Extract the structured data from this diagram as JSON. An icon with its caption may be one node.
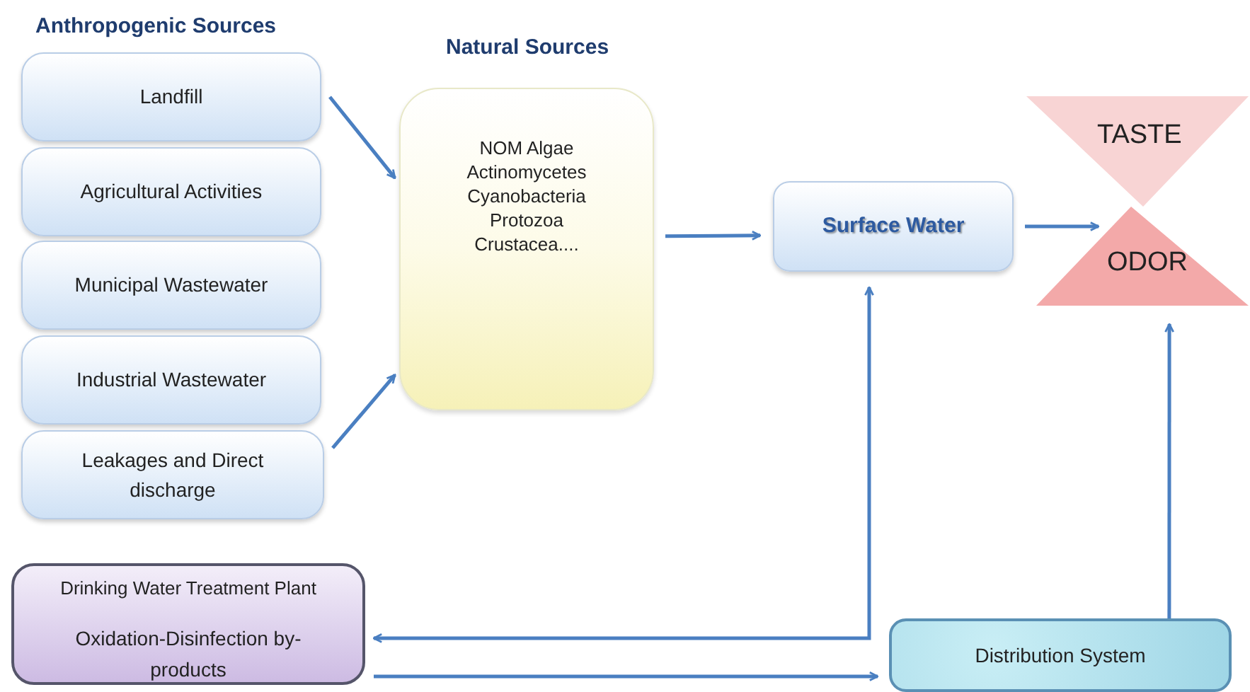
{
  "diagram": {
    "nodes": [
      {
        "text": [
          "Landfill"
        ]
      },
      {
        "text": [
          "Agricultural Activities"
        ]
      },
      {
        "text": [
          "Municipal Wastewater"
        ]
      },
      {
        "text": [
          "Industrial Wastewater"
        ]
      },
      {
        "text": [
          "Leakages and Direct discharge"
        ]
      },
      {
        "text": [
          "Natural Sources",
          "NOM Algae Actinomycetes Cyanobacteria Protozoa Crustacea...."
        ]
      },
      {
        "text": [
          "Surface Water"
        ]
      },
      {
        "text": [
          "TASTE"
        ]
      },
      {
        "text": [
          "ODOR"
        ]
      },
      {
        "text": [
          "Drinking Water Treatment Plant",
          "Oxidation-Disinfection by-products"
        ]
      },
      {
        "text": [
          "Distribution System"
        ]
      }
    ],
    "edges": [
      {
        "from": 0,
        "to": 5,
        "arrow": "to"
      },
      {
        "from": 4,
        "to": 5,
        "arrow": "to"
      },
      {
        "from": 5,
        "to": 6,
        "arrow": "to"
      },
      {
        "from": 6,
        "to": 8,
        "arrow": "to"
      },
      {
        "from": 9,
        "to": 6,
        "arrow": "both"
      },
      {
        "from": 9,
        "to": 10,
        "arrow": "to"
      },
      {
        "from": 10,
        "to": 8,
        "arrow": "to"
      }
    ],
    "labels": [
      "Anthropogenic Sources"
    ]
  }
}
